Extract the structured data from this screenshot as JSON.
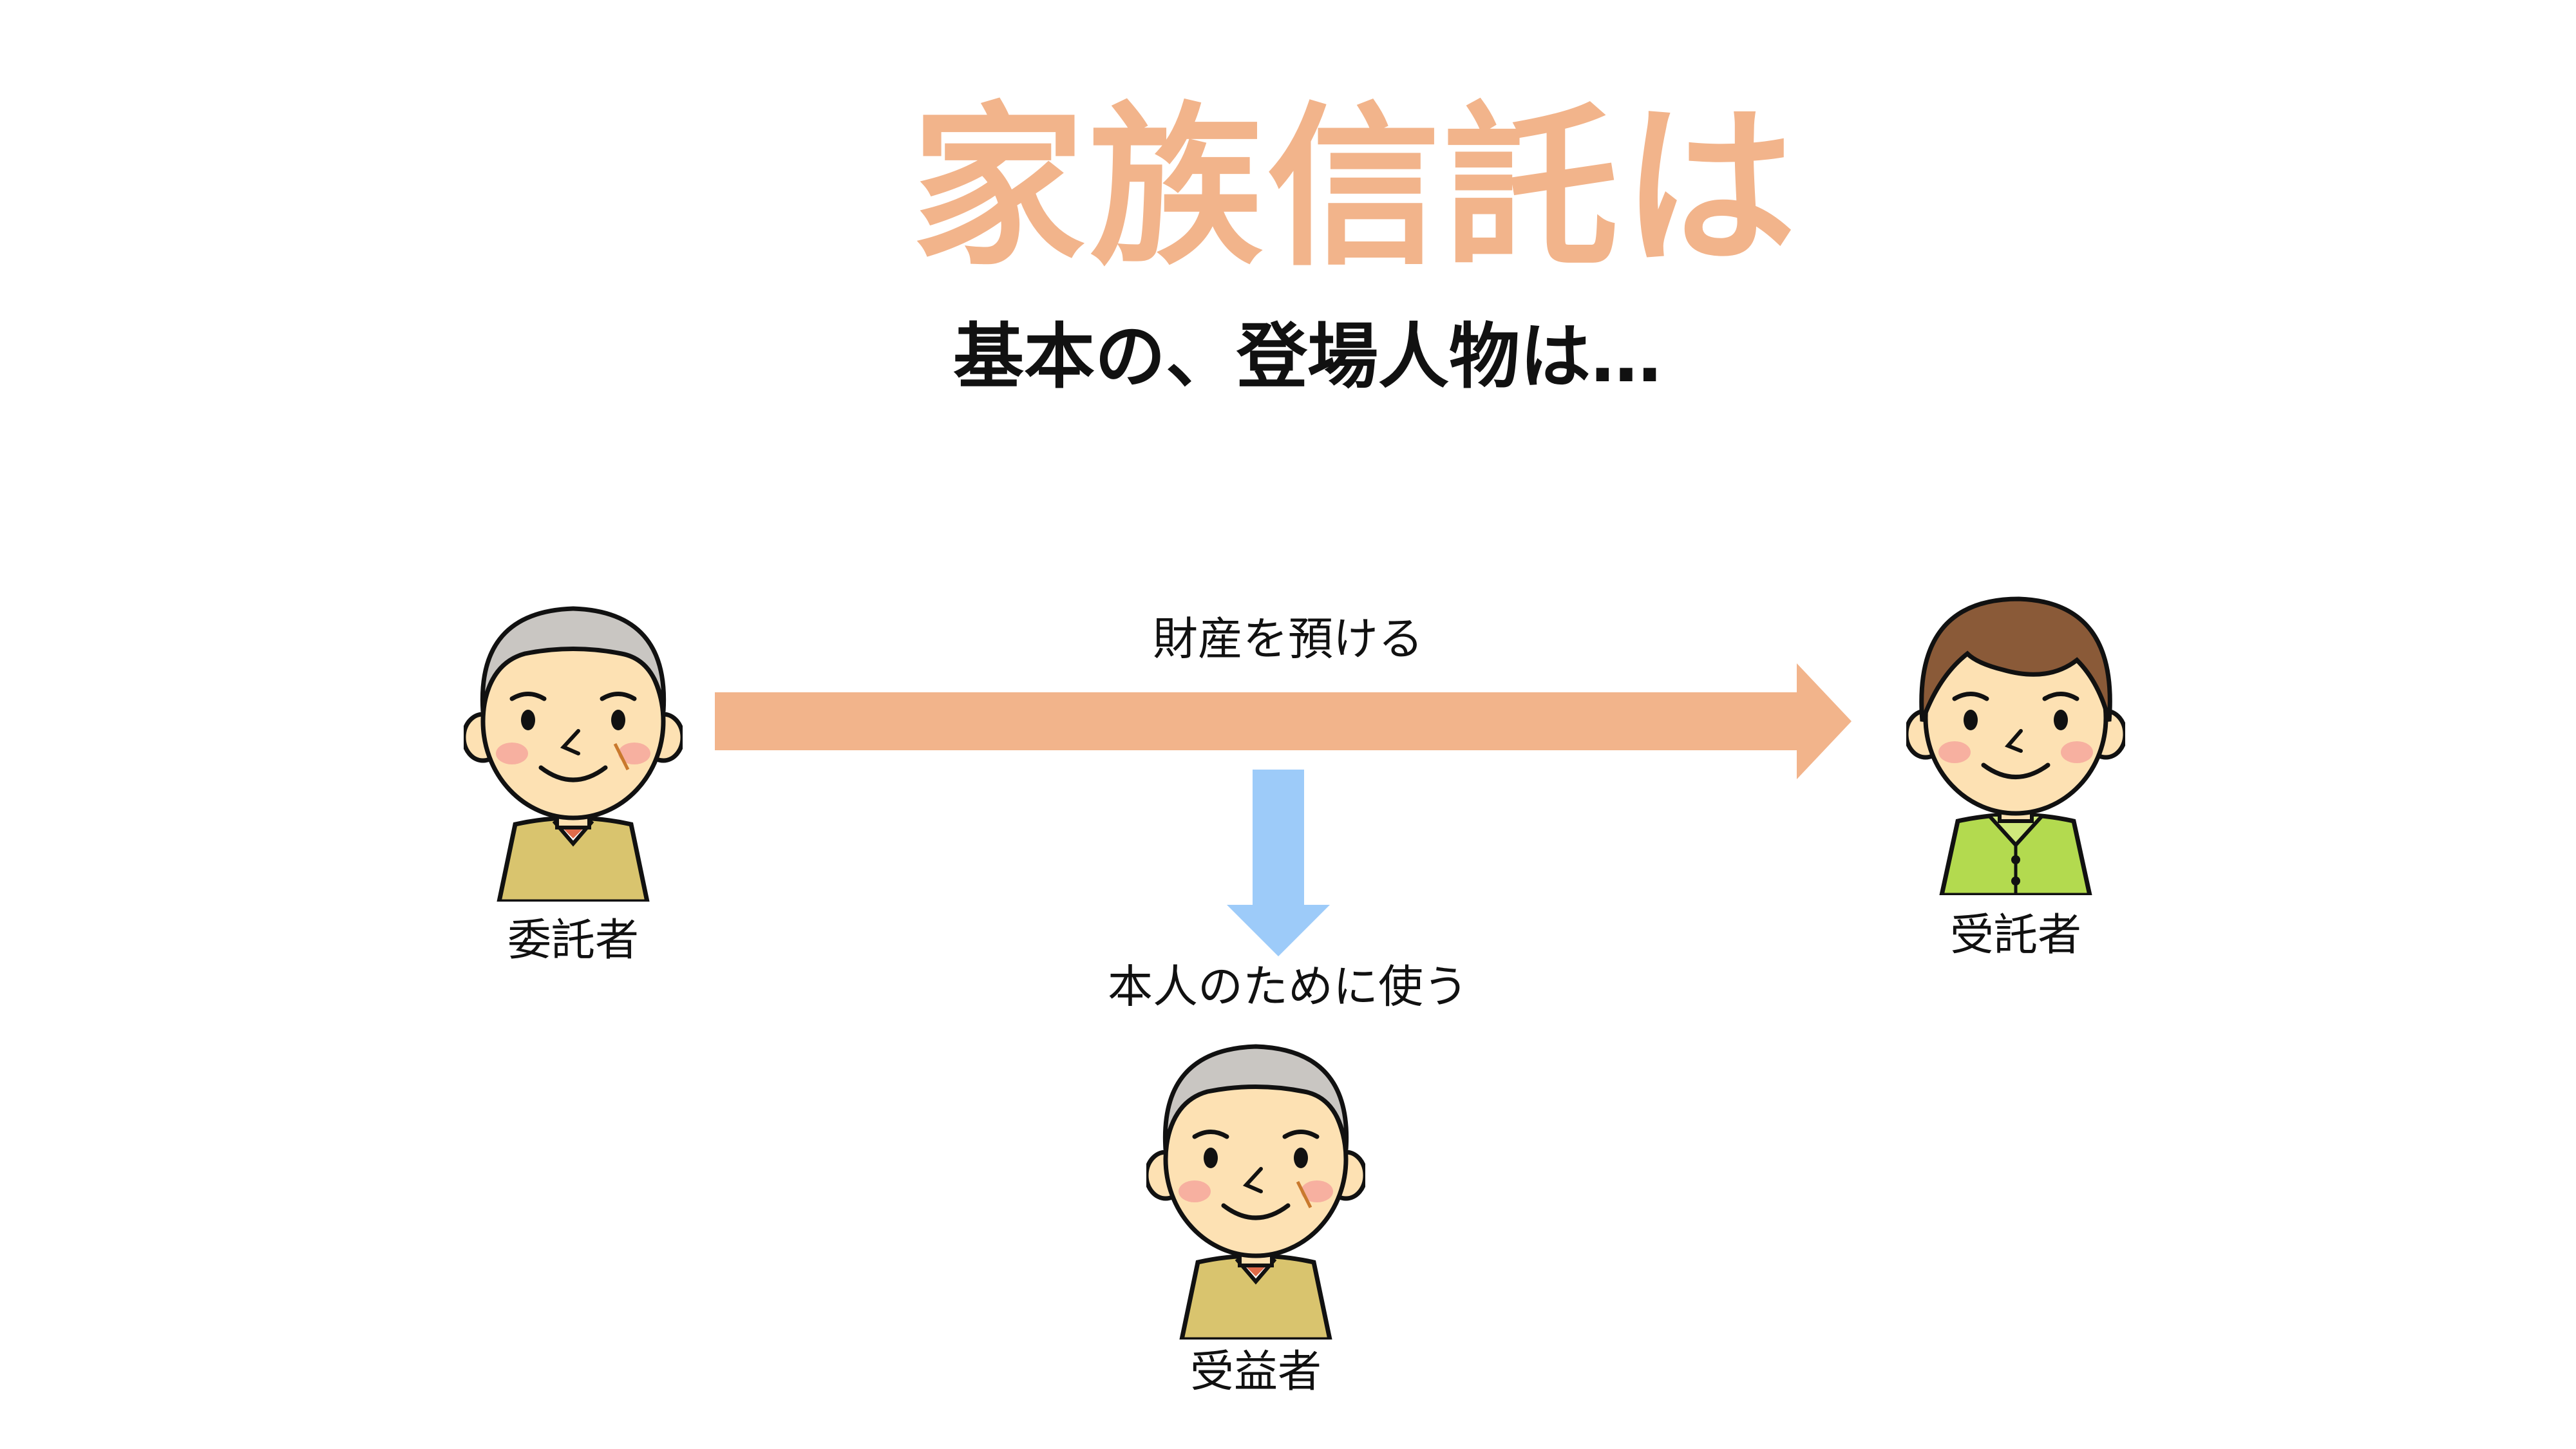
{
  "title": "家族信託は",
  "subtitle": "基本の、登場人物は…",
  "diagram": {
    "arrow_transfer_label": "財産を預ける",
    "arrow_use_label": "本人のために使う",
    "entrustor_label": "委託者",
    "trustee_label": "受託者",
    "beneficiary_label": "受益者"
  },
  "colors": {
    "title": "#f2b48b",
    "transfer_arrow": "#f2b48b",
    "use_arrow": "#9dcbf9",
    "elder_shirt": "#d9c46e",
    "young_shirt": "#b3da4f",
    "gray_hair": "#c9c6c2",
    "brown_hair": "#8a5a38",
    "skin": "#fde1b3"
  },
  "icons": {
    "entrustor": "elderly-man-icon",
    "trustee": "young-man-icon",
    "beneficiary": "elderly-man-icon"
  }
}
